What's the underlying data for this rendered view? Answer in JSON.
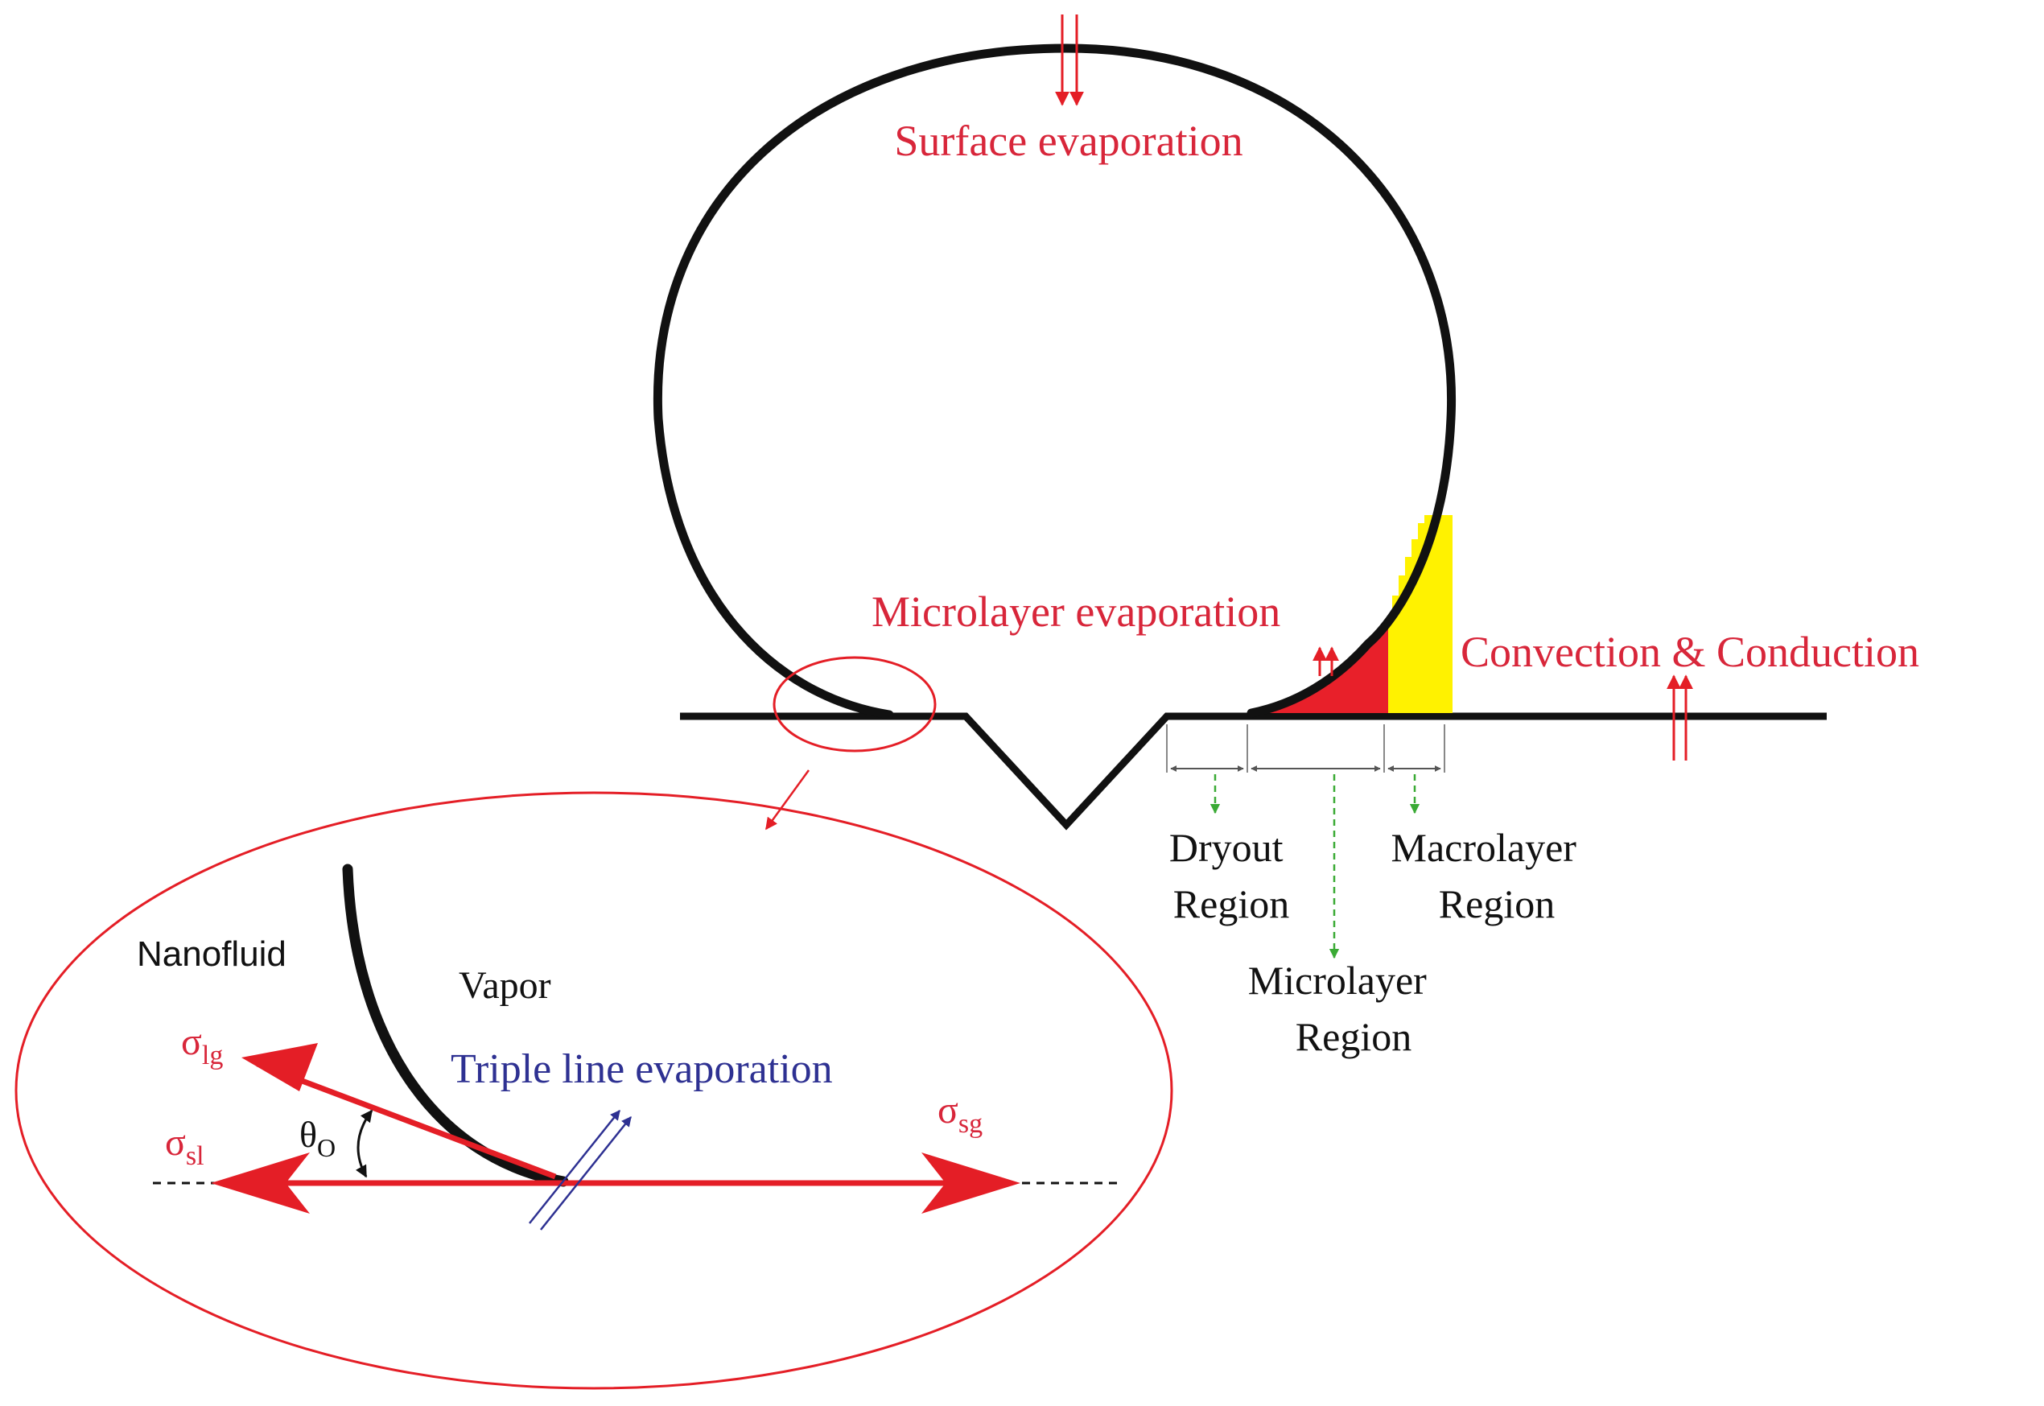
{
  "colors": {
    "outline": "#111111",
    "accent_red": "#e41e26",
    "label_red": "#d8263a",
    "microlayer_fill": "#e8202a",
    "macrolayer_fill": "#fff200",
    "triple_line_blue": "#2e3192",
    "region_arrow_green": "#3aaa35",
    "bracket_gray": "#888888"
  },
  "labels": {
    "surface_evaporation": "Surface evaporation",
    "microlayer_evaporation": "Microlayer evaporation",
    "convection_conduction": "Convection & Conduction",
    "dryout_region": [
      "Dryout",
      "Region"
    ],
    "macrolayer_region": [
      "Macrolayer",
      "Region"
    ],
    "microlayer_region": [
      "Microlayer",
      "Region"
    ],
    "nanofluid": "Nanofluid",
    "vapor": "Vapor",
    "triple_line_evaporation": "Triple line evaporation",
    "sigma_lg": {
      "symbol": "σ",
      "sub": "lg"
    },
    "sigma_sl": {
      "symbol": "σ",
      "sub": "sl"
    },
    "sigma_sg": {
      "symbol": "σ",
      "sub": "sg"
    },
    "theta_o": {
      "symbol": "θ",
      "sub": "O"
    }
  }
}
